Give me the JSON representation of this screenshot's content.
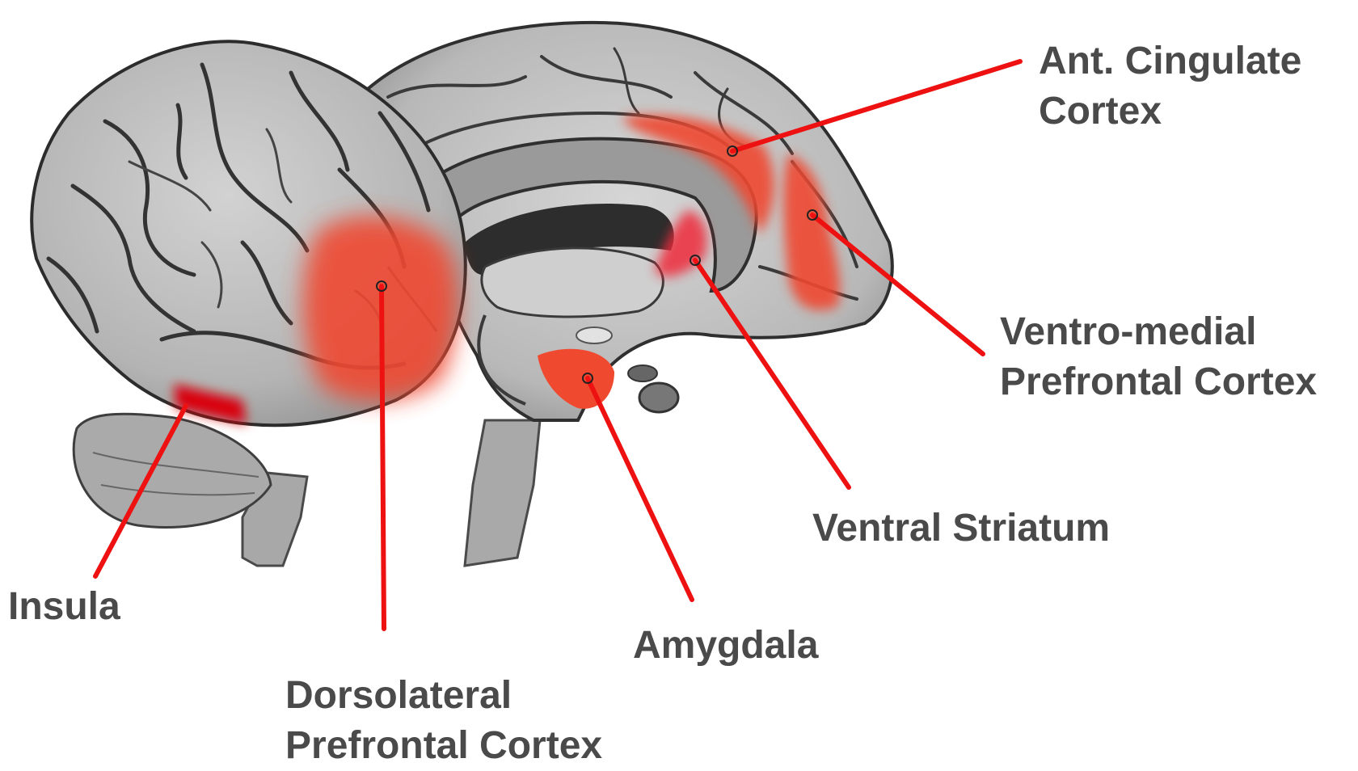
{
  "colors": {
    "background": "#ffffff",
    "label_text": "#4a4a4a",
    "leader_line": "#ee1111",
    "activation": "#ef4a30",
    "brain_fill": "#bdbdbd",
    "brain_fold": "#3a3a3a"
  },
  "image": {
    "icon": "brain-illustration"
  },
  "regions": [
    {
      "id": "ant-cingulate",
      "lines": [
        "Ant. Cingulate",
        "Cortex"
      ]
    },
    {
      "id": "vmpfc",
      "lines": [
        "Ventro-medial",
        "Prefrontal Cortex"
      ]
    },
    {
      "id": "ventral-striatum",
      "lines": [
        "Ventral Striatum"
      ]
    },
    {
      "id": "amygdala",
      "lines": [
        "Amygdala"
      ]
    },
    {
      "id": "dlpfc",
      "lines": [
        "Dorsolateral",
        "Prefrontal Cortex"
      ]
    },
    {
      "id": "insula",
      "lines": [
        "Insula"
      ]
    }
  ]
}
